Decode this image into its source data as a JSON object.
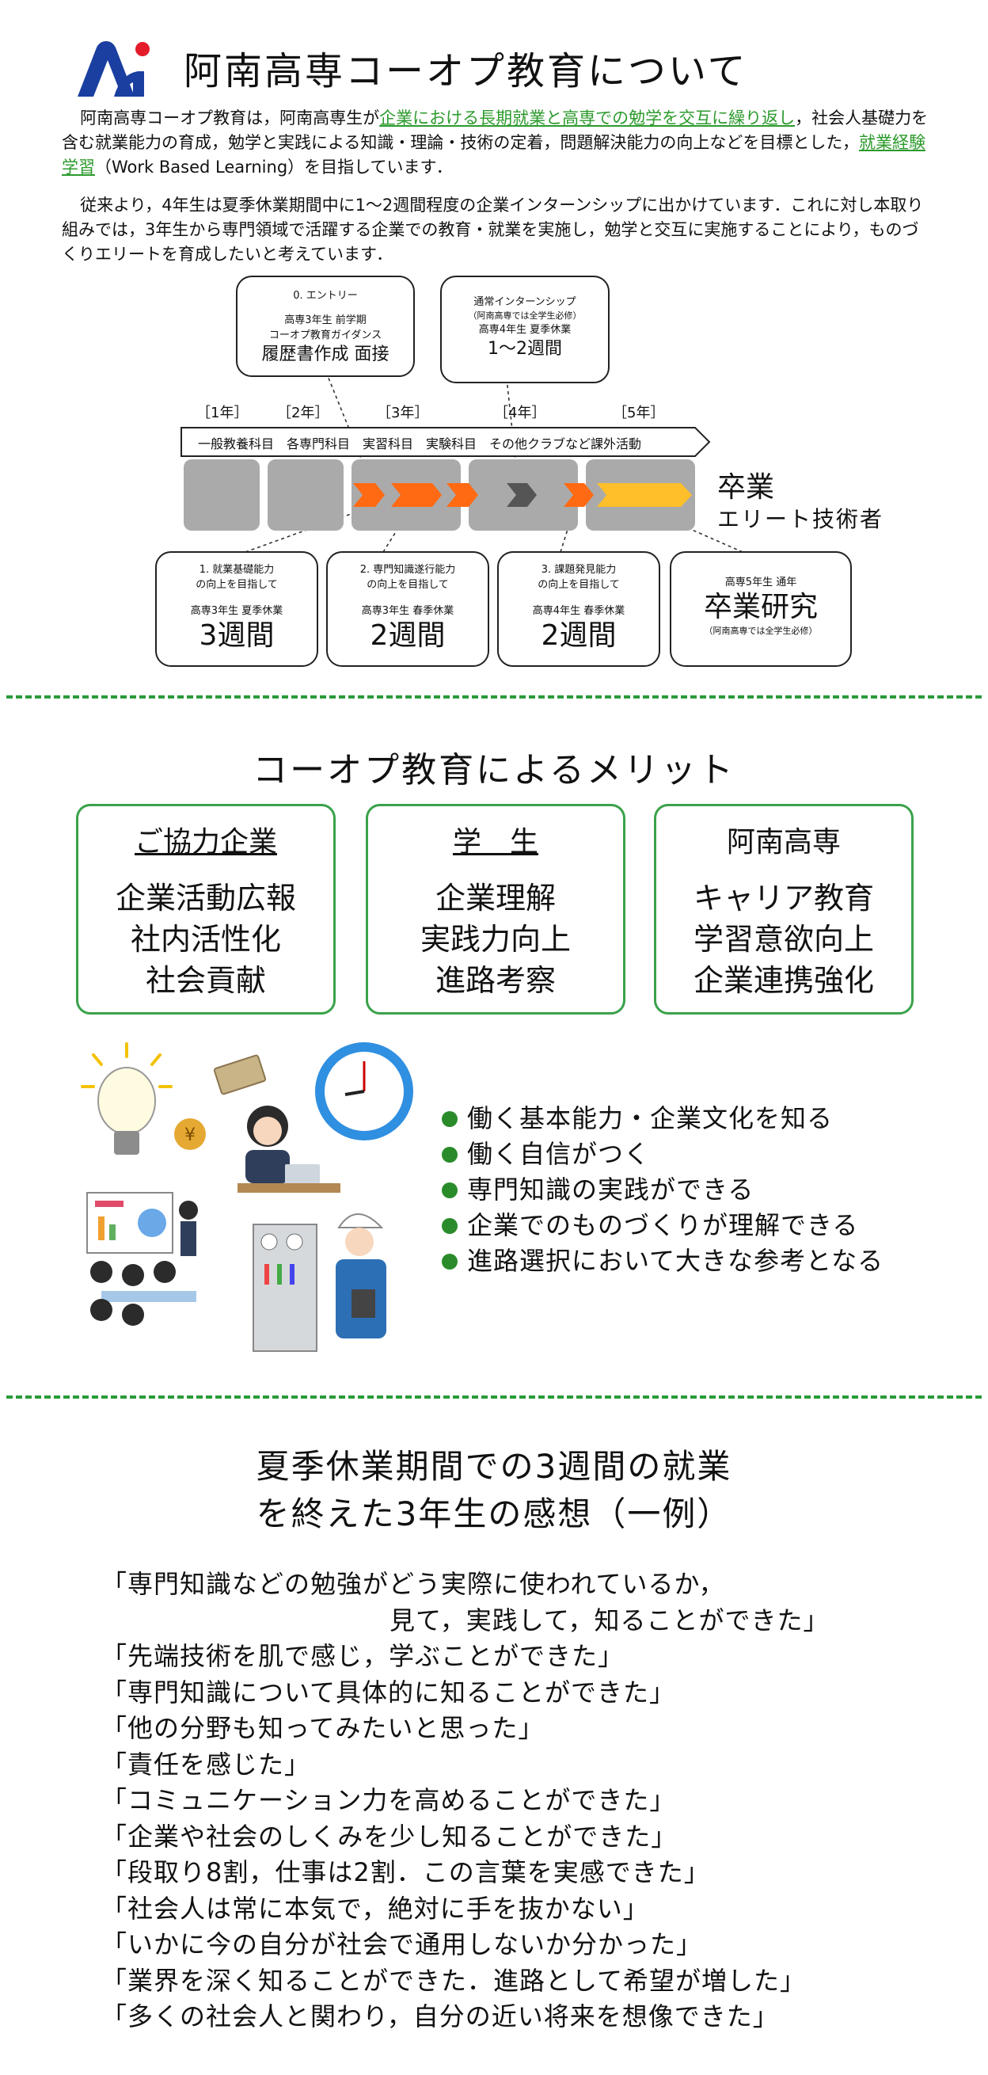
{
  "header": {
    "title": "阿南高専コーオプ教育について",
    "intro1": {
      "pre": "阿南高専コーオプ教育は，阿南高専生が",
      "link": "企業における長期就業と高専での勉学を交互に繰り返し",
      "post": "，社会人基礎力を含む就業能力の育成，勉学と実践による知識・理論・技術の定着，問題解決能力の向上などを目標とした，",
      "link2": "就業経験学習",
      "post2": "（Work Based Learning）を目指しています．"
    },
    "intro2": "従来より，4年生は夏季休業期間中に1～2週間程度の企業インターンシップに出かけています．これに対し本取り組みでは，3年生から専門領域で活躍する企業での教育・就業を実施し，勉学と交互に実施することにより，ものづくりエリートを育成したいと考えています．"
  },
  "diagram": {
    "entry": {
      "l1": "0. エントリー",
      "l2": "高専3年生 前学期",
      "l3": "コーオプ教育ガイダンス",
      "l4": "履歴書作成 面接"
    },
    "intern": {
      "l1": "通常インターンシップ",
      "l2": "（阿南高専では全学生必修）",
      "l3": "高専4年生 夏季休業",
      "l4": "1～2週間"
    },
    "years": [
      "［1年］",
      "［2年］",
      "［3年］",
      "［4年］",
      "［5年］"
    ],
    "course_bar": "一般教養科目　各専門科目　実習科目　実験科目　その他クラブなど課外活動",
    "grad": "卒業",
    "elite": "エリート技術者",
    "cards": [
      {
        "l1": "1. 就業基礎能力",
        "l2": "の向上を目指して",
        "l3": "高専3年生 夏季休業",
        "l4": "3週間"
      },
      {
        "l1": "2. 専門知識遂行能力",
        "l2": "の向上を目指して",
        "l3": "高専3年生 春季休業",
        "l4": "2週間"
      },
      {
        "l1": "3. 課題発見能力",
        "l2": "の向上を目指して",
        "l3": "高専4年生 春季休業",
        "l4": "2週間"
      }
    ],
    "research": {
      "l1": "高専5年生 通年",
      "l2": "卒業研究",
      "l3": "（阿南高専では全学生必修）"
    }
  },
  "merits": {
    "title": "コーオプ教育によるメリット",
    "boxes": [
      {
        "head": "ご協力企業",
        "items": [
          "企業活動広報",
          "社内活性化",
          "社会貢献"
        ]
      },
      {
        "head": "学　生",
        "items": [
          "企業理解",
          "実践力向上",
          "進路考察"
        ]
      },
      {
        "head": "阿南高専",
        "items": [
          "キャリア教育",
          "学習意欲向上",
          "企業連携強化"
        ]
      }
    ],
    "bullets": [
      "働く基本能力・企業文化を知る",
      "働く自信がつく",
      "専門知識の実践ができる",
      "企業でのものづくりが理解できる",
      "進路選択において大きな参考となる"
    ]
  },
  "impressions": {
    "title1": "夏季休業期間での3週間の就業",
    "title2": "を終えた3年生の感想（一例）",
    "quote1a": "「専門知識などの勉強がどう実際に使われているか，",
    "quote1b": "見て，実践して，知ることができた」",
    "quotes": [
      "「先端技術を肌で感じ，学ぶことができた」",
      "「専門知識について具体的に知ることができた」",
      "「他の分野も知ってみたいと思った」",
      "「責任を感じた」",
      "「コミュニケーション力を高めることができた」",
      "「企業や社会のしくみを少し知ることができた」",
      "「段取り8割，仕事は2割．この言葉を実感できた」",
      "「社会人は常に本気で，絶対に手を抜かない」",
      "「いかに今の自分が社会で通用しないか分かった」",
      "「業界を深く知ることができた．進路として希望が増した」",
      "「多くの社会人と関わり，自分の近い将来を想像できた」"
    ]
  },
  "colors": {
    "green": "#2a9b3a",
    "orange": "#ff6a13",
    "yellow": "#ffbf2a",
    "gray": "#aaaaaa",
    "logo_blue": "#1b3fa0",
    "logo_red": "#e31b2a"
  }
}
